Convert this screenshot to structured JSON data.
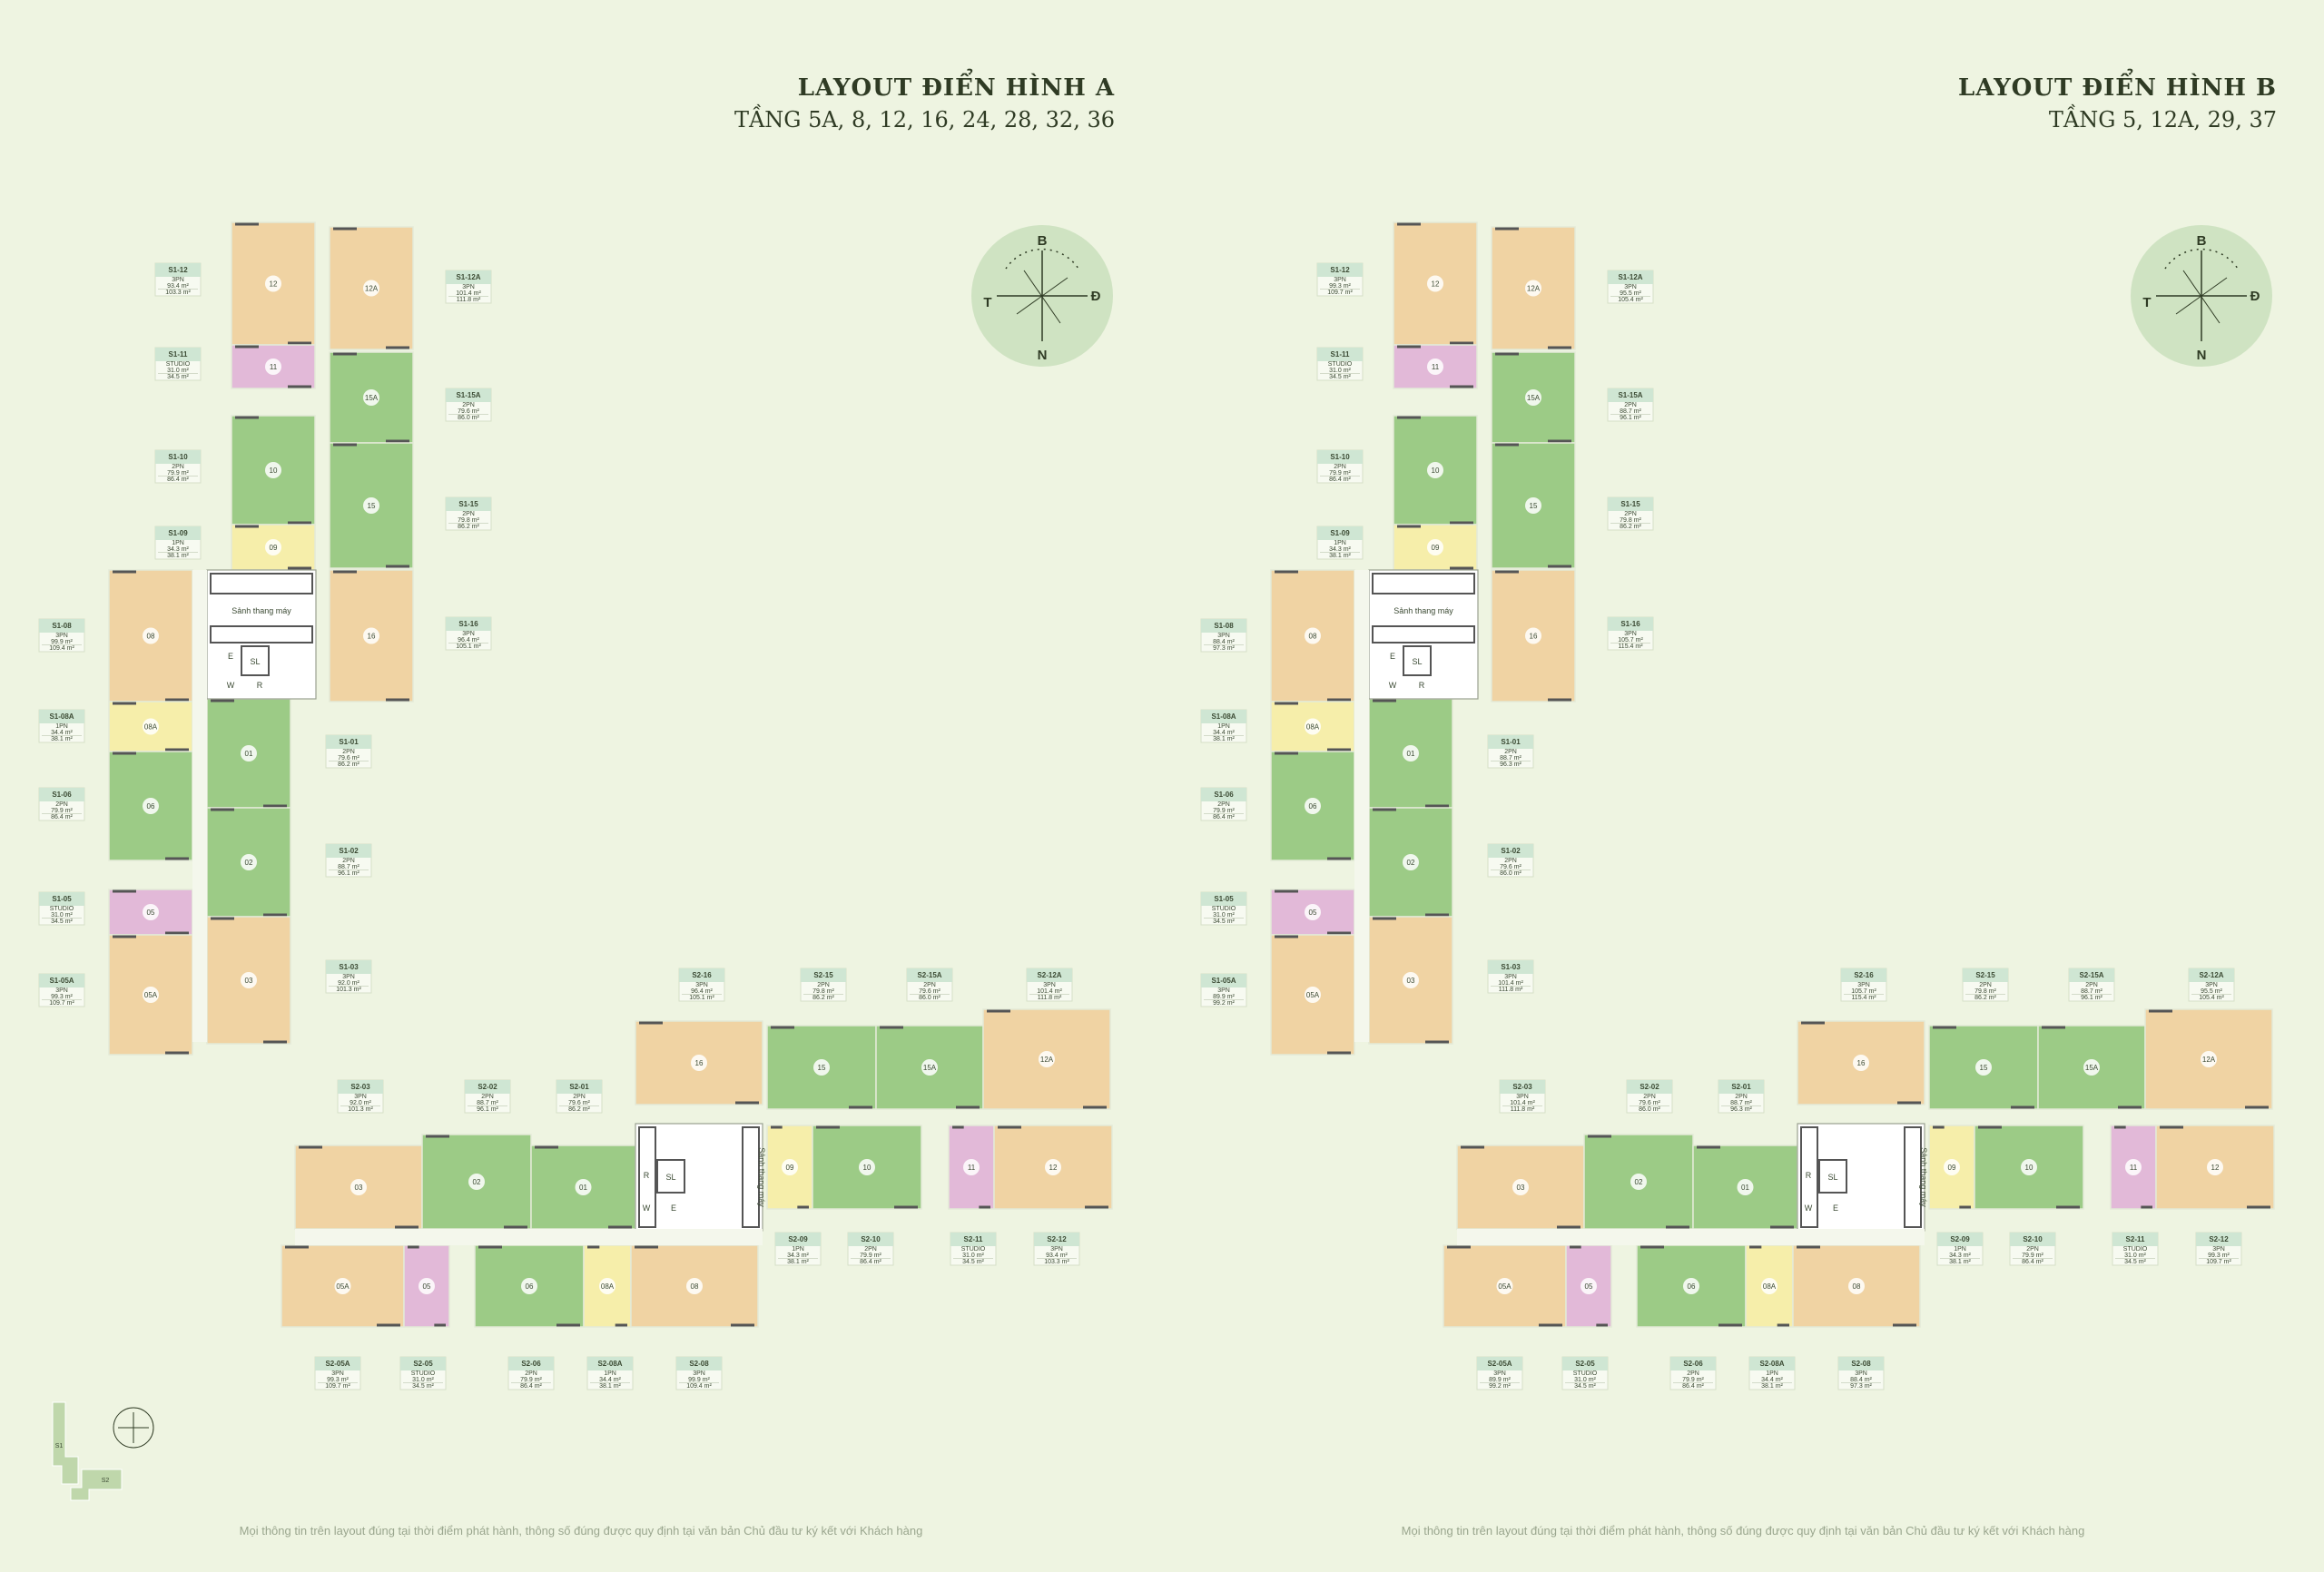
{
  "footer_note": "Mọi thông tin trên layout đúng tại thời điểm phát hành, thông số đúng được quy định tại văn bản Chủ đầu tư ký kết với Khách hàng",
  "colors": {
    "background": "#eef4e1",
    "three_br": "#f0d3a3",
    "two_br": "#9ccb86",
    "one_br": "#f6eeaa",
    "studio": "#e2b9d8",
    "core": "#ffffff",
    "label_header": "#cfe6d3"
  },
  "compass": {
    "north": "B",
    "south": "N",
    "east": "Đ",
    "west": "T"
  },
  "common": {
    "lobby": "Sảnh thang máy",
    "e": "E",
    "sl": "SL",
    "w": "W",
    "r": "R"
  },
  "layouts": [
    {
      "title": "LAYOUT ĐIỂN HÌNH A",
      "floors": "TẦNG 5A, 8, 12, 16, 24, 28, 32, 36",
      "units": [
        {
          "code": "S1-12",
          "type": "3PN",
          "a1": "93.4 m²",
          "a2": "103.3 m²"
        },
        {
          "code": "S1-11",
          "type": "STUDIO",
          "a1": "31.0 m²",
          "a2": "34.5 m²"
        },
        {
          "code": "S1-10",
          "type": "2PN",
          "a1": "79.9 m²",
          "a2": "86.4 m²"
        },
        {
          "code": "S1-09",
          "type": "1PN",
          "a1": "34.3 m²",
          "a2": "38.1 m²"
        },
        {
          "code": "S1-08",
          "type": "3PN",
          "a1": "99.9 m²",
          "a2": "109.4 m²"
        },
        {
          "code": "S1-08A",
          "type": "1PN",
          "a1": "34.4 m²",
          "a2": "38.1 m²"
        },
        {
          "code": "S1-06",
          "type": "2PN",
          "a1": "79.9 m²",
          "a2": "86.4 m²"
        },
        {
          "code": "S1-05",
          "type": "STUDIO",
          "a1": "31.0 m²",
          "a2": "34.5 m²"
        },
        {
          "code": "S1-05A",
          "type": "3PN",
          "a1": "99.3 m²",
          "a2": "109.7 m²"
        },
        {
          "code": "S1-12A",
          "type": "3PN",
          "a1": "101.4 m²",
          "a2": "111.8 m²"
        },
        {
          "code": "S1-15A",
          "type": "2PN",
          "a1": "79.6 m²",
          "a2": "86.0 m²"
        },
        {
          "code": "S1-15",
          "type": "2PN",
          "a1": "79.8 m²",
          "a2": "86.2 m²"
        },
        {
          "code": "S1-16",
          "type": "3PN",
          "a1": "96.4 m²",
          "a2": "105.1 m²"
        },
        {
          "code": "S1-01",
          "type": "2PN",
          "a1": "79.6 m²",
          "a2": "86.2 m²"
        },
        {
          "code": "S1-02",
          "type": "2PN",
          "a1": "88.7 m²",
          "a2": "96.1 m²"
        },
        {
          "code": "S1-03",
          "type": "3PN",
          "a1": "92.0 m²",
          "a2": "101.3 m²"
        },
        {
          "code": "S2-16",
          "type": "3PN",
          "a1": "96.4 m²",
          "a2": "105.1 m²"
        },
        {
          "code": "S2-15",
          "type": "2PN",
          "a1": "79.8 m²",
          "a2": "86.2 m²"
        },
        {
          "code": "S2-15A",
          "type": "2PN",
          "a1": "79.6 m²",
          "a2": "86.0 m²"
        },
        {
          "code": "S2-12A",
          "type": "3PN",
          "a1": "101.4 m²",
          "a2": "111.8 m²"
        },
        {
          "code": "S2-03",
          "type": "3PN",
          "a1": "92.0 m²",
          "a2": "101.3 m²"
        },
        {
          "code": "S2-02",
          "type": "2PN",
          "a1": "88.7 m²",
          "a2": "96.1 m²"
        },
        {
          "code": "S2-01",
          "type": "2PN",
          "a1": "79.6 m²",
          "a2": "86.2 m²"
        },
        {
          "code": "S2-09",
          "type": "1PN",
          "a1": "34.3 m²",
          "a2": "38.1 m²"
        },
        {
          "code": "S2-10",
          "type": "2PN",
          "a1": "79.9 m²",
          "a2": "86.4 m²"
        },
        {
          "code": "S2-11",
          "type": "STUDIO",
          "a1": "31.0 m²",
          "a2": "34.5 m²"
        },
        {
          "code": "S2-12",
          "type": "3PN",
          "a1": "93.4 m²",
          "a2": "103.3 m²"
        },
        {
          "code": "S2-05A",
          "type": "3PN",
          "a1": "99.3 m²",
          "a2": "109.7 m²"
        },
        {
          "code": "S2-05",
          "type": "STUDIO",
          "a1": "31.0 m²",
          "a2": "34.5 m²"
        },
        {
          "code": "S2-06",
          "type": "2PN",
          "a1": "79.9 m²",
          "a2": "86.4 m²"
        },
        {
          "code": "S2-08A",
          "type": "1PN",
          "a1": "34.4 m²",
          "a2": "38.1 m²"
        },
        {
          "code": "S2-08",
          "type": "3PN",
          "a1": "99.9 m²",
          "a2": "109.4 m²"
        }
      ]
    },
    {
      "title": "LAYOUT ĐIỂN HÌNH B",
      "floors": "TẦNG 5, 12A, 29, 37",
      "units": [
        {
          "code": "S1-12",
          "type": "3PN",
          "a1": "99.3 m²",
          "a2": "109.7 m²"
        },
        {
          "code": "S1-11",
          "type": "STUDIO",
          "a1": "31.0 m²",
          "a2": "34.5 m²"
        },
        {
          "code": "S1-10",
          "type": "2PN",
          "a1": "79.9 m²",
          "a2": "86.4 m²"
        },
        {
          "code": "S1-09",
          "type": "1PN",
          "a1": "34.3 m²",
          "a2": "38.1 m²"
        },
        {
          "code": "S1-08",
          "type": "3PN",
          "a1": "88.4 m²",
          "a2": "97.3 m²"
        },
        {
          "code": "S1-08A",
          "type": "1PN",
          "a1": "34.4 m²",
          "a2": "38.1 m²"
        },
        {
          "code": "S1-06",
          "type": "2PN",
          "a1": "79.9 m²",
          "a2": "86.4 m²"
        },
        {
          "code": "S1-05",
          "type": "STUDIO",
          "a1": "31.0 m²",
          "a2": "34.5 m²"
        },
        {
          "code": "S1-05A",
          "type": "3PN",
          "a1": "89.9 m²",
          "a2": "99.2 m²"
        },
        {
          "code": "S1-12A",
          "type": "3PN",
          "a1": "95.5 m²",
          "a2": "105.4 m²"
        },
        {
          "code": "S1-15A",
          "type": "2PN",
          "a1": "88.7 m²",
          "a2": "96.1 m²"
        },
        {
          "code": "S1-15",
          "type": "2PN",
          "a1": "79.8 m²",
          "a2": "86.2 m²"
        },
        {
          "code": "S1-16",
          "type": "3PN",
          "a1": "105.7 m²",
          "a2": "115.4 m²"
        },
        {
          "code": "S1-01",
          "type": "2PN",
          "a1": "88.7 m²",
          "a2": "96.3 m²"
        },
        {
          "code": "S1-02",
          "type": "2PN",
          "a1": "79.6 m²",
          "a2": "86.0 m²"
        },
        {
          "code": "S1-03",
          "type": "3PN",
          "a1": "101.4 m²",
          "a2": "111.8 m²"
        },
        {
          "code": "S2-16",
          "type": "3PN",
          "a1": "105.7 m²",
          "a2": "115.4 m²"
        },
        {
          "code": "S2-15",
          "type": "2PN",
          "a1": "79.8 m²",
          "a2": "86.2 m²"
        },
        {
          "code": "S2-15A",
          "type": "2PN",
          "a1": "88.7 m²",
          "a2": "96.1 m²"
        },
        {
          "code": "S2-12A",
          "type": "3PN",
          "a1": "95.5 m²",
          "a2": "105.4 m²"
        },
        {
          "code": "S2-03",
          "type": "3PN",
          "a1": "101.4 m²",
          "a2": "111.8 m²"
        },
        {
          "code": "S2-02",
          "type": "2PN",
          "a1": "79.6 m²",
          "a2": "86.0 m²"
        },
        {
          "code": "S2-01",
          "type": "2PN",
          "a1": "88.7 m²",
          "a2": "96.3 m²"
        },
        {
          "code": "S2-09",
          "type": "1PN",
          "a1": "34.3 m²",
          "a2": "38.1 m²"
        },
        {
          "code": "S2-10",
          "type": "2PN",
          "a1": "79.9 m²",
          "a2": "86.4 m²"
        },
        {
          "code": "S2-11",
          "type": "STUDIO",
          "a1": "31.0 m²",
          "a2": "34.5 m²"
        },
        {
          "code": "S2-12",
          "type": "3PN",
          "a1": "99.3 m²",
          "a2": "109.7 m²"
        },
        {
          "code": "S2-05A",
          "type": "3PN",
          "a1": "89.9 m²",
          "a2": "99.2 m²"
        },
        {
          "code": "S2-05",
          "type": "STUDIO",
          "a1": "31.0 m²",
          "a2": "34.5 m²"
        },
        {
          "code": "S2-06",
          "type": "2PN",
          "a1": "79.9 m²",
          "a2": "86.4 m²"
        },
        {
          "code": "S2-08A",
          "type": "1PN",
          "a1": "34.4 m²",
          "a2": "38.1 m²"
        },
        {
          "code": "S2-08",
          "type": "3PN",
          "a1": "88.4 m²",
          "a2": "97.3 m²"
        }
      ]
    }
  ],
  "room_numbers": [
    "12",
    "12A",
    "11",
    "15A",
    "10",
    "15",
    "09",
    "16",
    "08",
    "08A",
    "01",
    "06",
    "02",
    "05",
    "05A",
    "03"
  ],
  "keyplan_labels": [
    "S1",
    "S2"
  ]
}
